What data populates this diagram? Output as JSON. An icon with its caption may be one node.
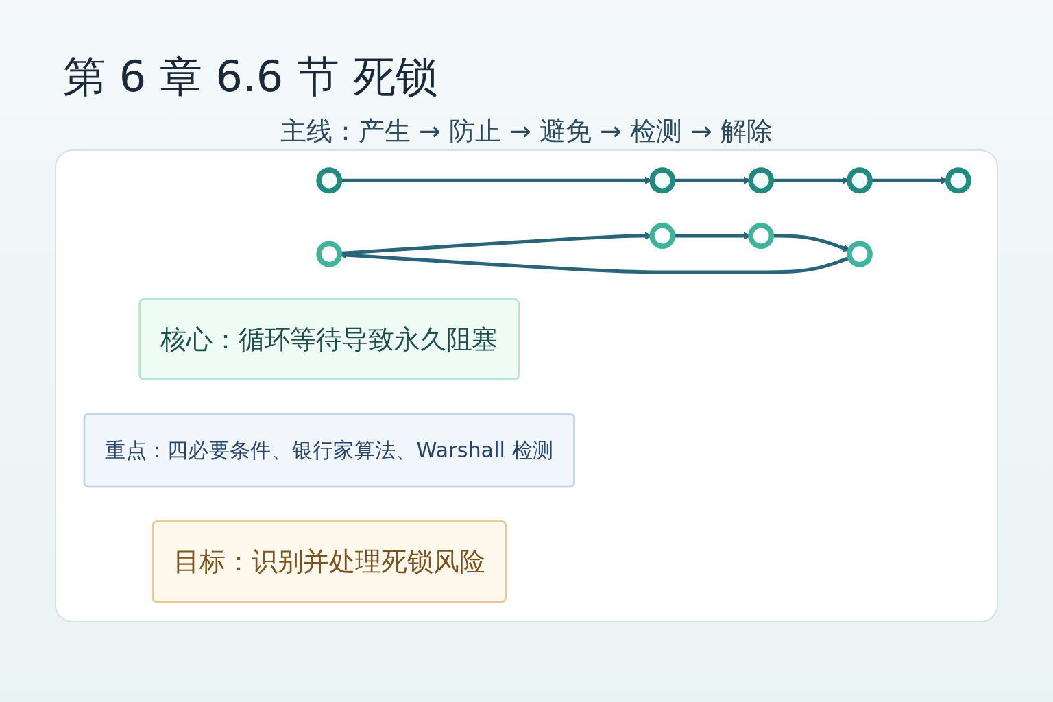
{
  "diagram": {
    "title": "第 6 章 6.6 节 死锁",
    "nodes": [
      {
        "text": [],
        "shape": "circle"
      },
      {
        "text": [],
        "shape": "circle"
      },
      {
        "text": [],
        "shape": "circle"
      },
      {
        "text": [],
        "shape": "circle"
      },
      {
        "text": [],
        "shape": "circle"
      },
      {
        "text": [],
        "shape": "circle"
      },
      {
        "text": [],
        "shape": "circle"
      },
      {
        "text": [],
        "shape": "circle"
      },
      {
        "text": [],
        "shape": "circle"
      },
      {
        "text": [
          "核心：循环等待导致永久阻塞"
        ]
      },
      {
        "text": [
          "重点：四必要条件、银行家算法、Warshall 检测"
        ]
      },
      {
        "text": [
          "目标：识别并处理死锁风险"
        ]
      }
    ],
    "edges": [
      {
        "from": 0,
        "to": 1,
        "arrow": "to"
      },
      {
        "from": 1,
        "to": 2,
        "arrow": "to"
      },
      {
        "from": 2,
        "to": 3,
        "arrow": "to"
      },
      {
        "from": 3,
        "to": 4,
        "arrow": "to"
      },
      {
        "from": 6,
        "to": 5,
        "arrow": "to"
      },
      {
        "from": 5,
        "to": 7,
        "arrow": "to"
      },
      {
        "from": 7,
        "to": 8,
        "arrow": "to"
      },
      {
        "from": 8,
        "to": 6,
        "arrow": "to"
      }
    ],
    "labels": [
      "主线：产生 → 防止 → 避免 → 检测 → 解除"
    ]
  }
}
